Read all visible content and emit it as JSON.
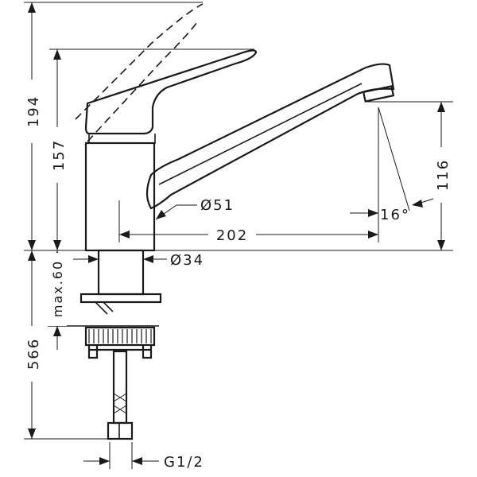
{
  "dimensions": {
    "total_height": "194",
    "body_height": "157",
    "spout_height": "116",
    "spout_angle": "16°",
    "body_diameter": "Ø51",
    "reach": "202",
    "shank_diameter": "Ø34",
    "max_counter_thickness": "max.60",
    "hose_length": "566",
    "connection_thread": "G1/2"
  },
  "colors": {
    "line": "#1a1a1a",
    "background": "#ffffff"
  }
}
